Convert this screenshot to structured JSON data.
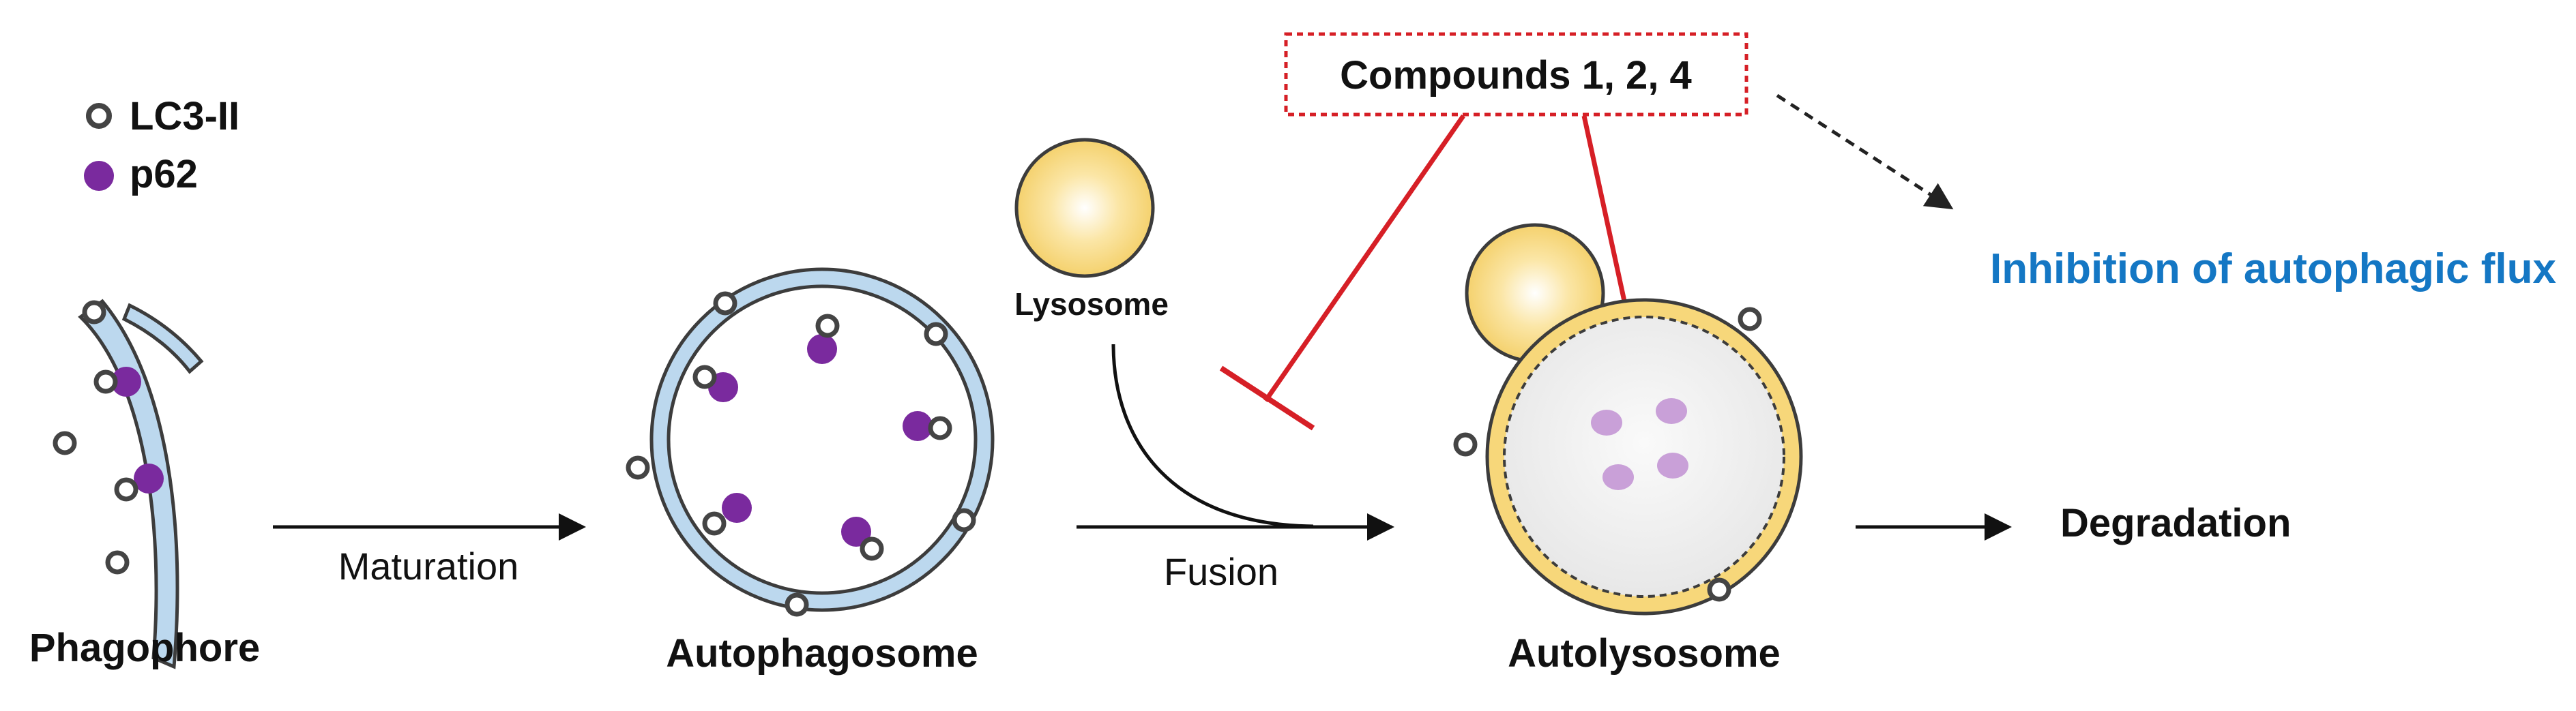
{
  "legend": {
    "lc3_label": "LC3-II",
    "p62_label": "p62"
  },
  "stages": {
    "phagophore": "Phagophore",
    "autophagosome": "Autophagosome",
    "autolysosome": "Autolysosome",
    "degradation": "Degradation",
    "lysosome": "Lysosome"
  },
  "arrows": {
    "maturation": "Maturation",
    "fusion": "Fusion"
  },
  "inhibitor": {
    "label": "Compounds 1, 2, 4",
    "effect": "Inhibition of autophagic flux"
  },
  "colors": {
    "membrane_fill": "#bcd8ee",
    "membrane_stroke": "#3c3c3c",
    "lc3_ring": "#444444",
    "p62": "#7a2a9e",
    "p62_light": "#c9a0d8",
    "lysosome": "#f7d77a",
    "inhibit_red": "#d61f26",
    "effect_blue": "#1477c4"
  }
}
